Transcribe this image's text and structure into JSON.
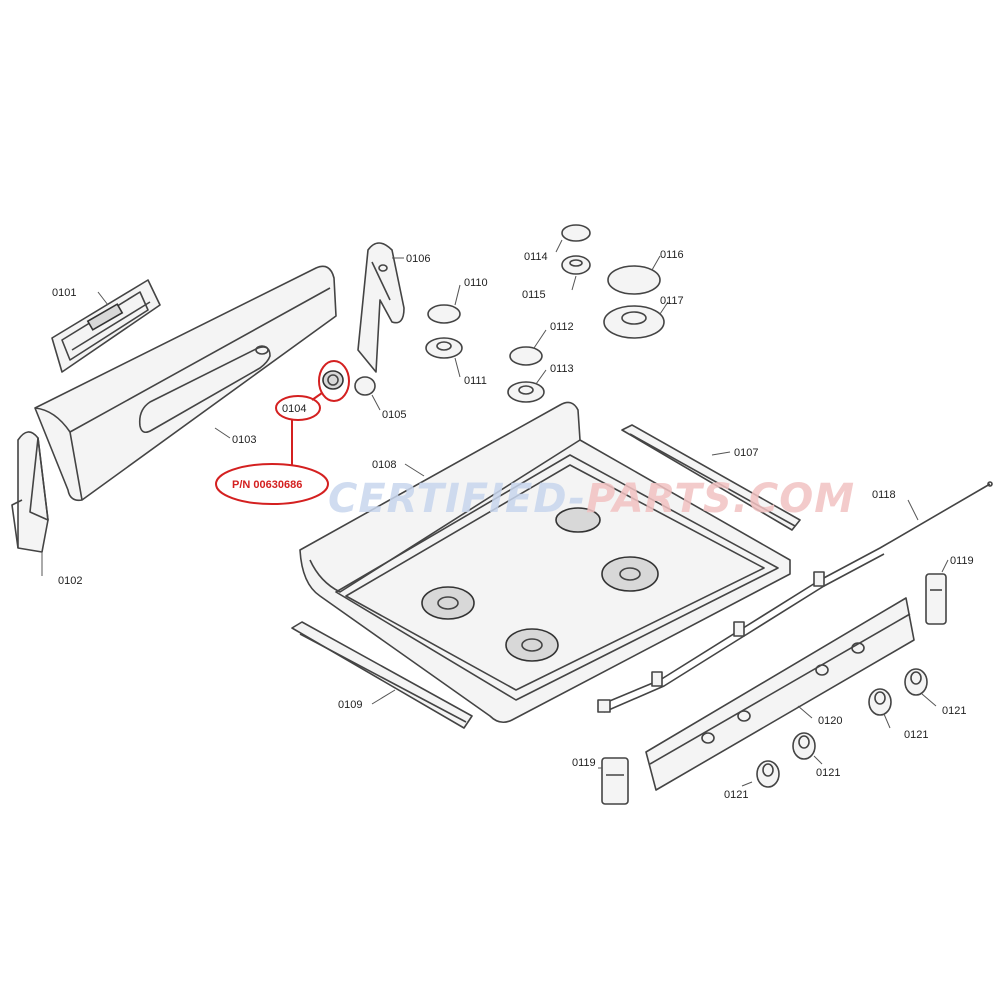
{
  "labels": {
    "p0101": "0101",
    "p0102": "0102",
    "p0103": "0103",
    "p0104": "0104",
    "p0105": "0105",
    "p0106": "0106",
    "p0107": "0107",
    "p0108": "0108",
    "p0109": "0109",
    "p0110": "0110",
    "p0111": "0111",
    "p0112": "0112",
    "p0113": "0113",
    "p0114": "0114",
    "p0115": "0115",
    "p0116": "0116",
    "p0117": "0117",
    "p0118": "0118",
    "p0119a": "0119",
    "p0119b": "0119",
    "p0120": "0120",
    "p0121a": "0121",
    "p0121b": "0121",
    "p0121c": "0121",
    "p0121d": "0121"
  },
  "highlight": {
    "callout": "P/N 00630686",
    "color": "#d42020"
  },
  "watermark": {
    "part1": "CERTIFIED-",
    "part2": "PARTS.COM"
  }
}
